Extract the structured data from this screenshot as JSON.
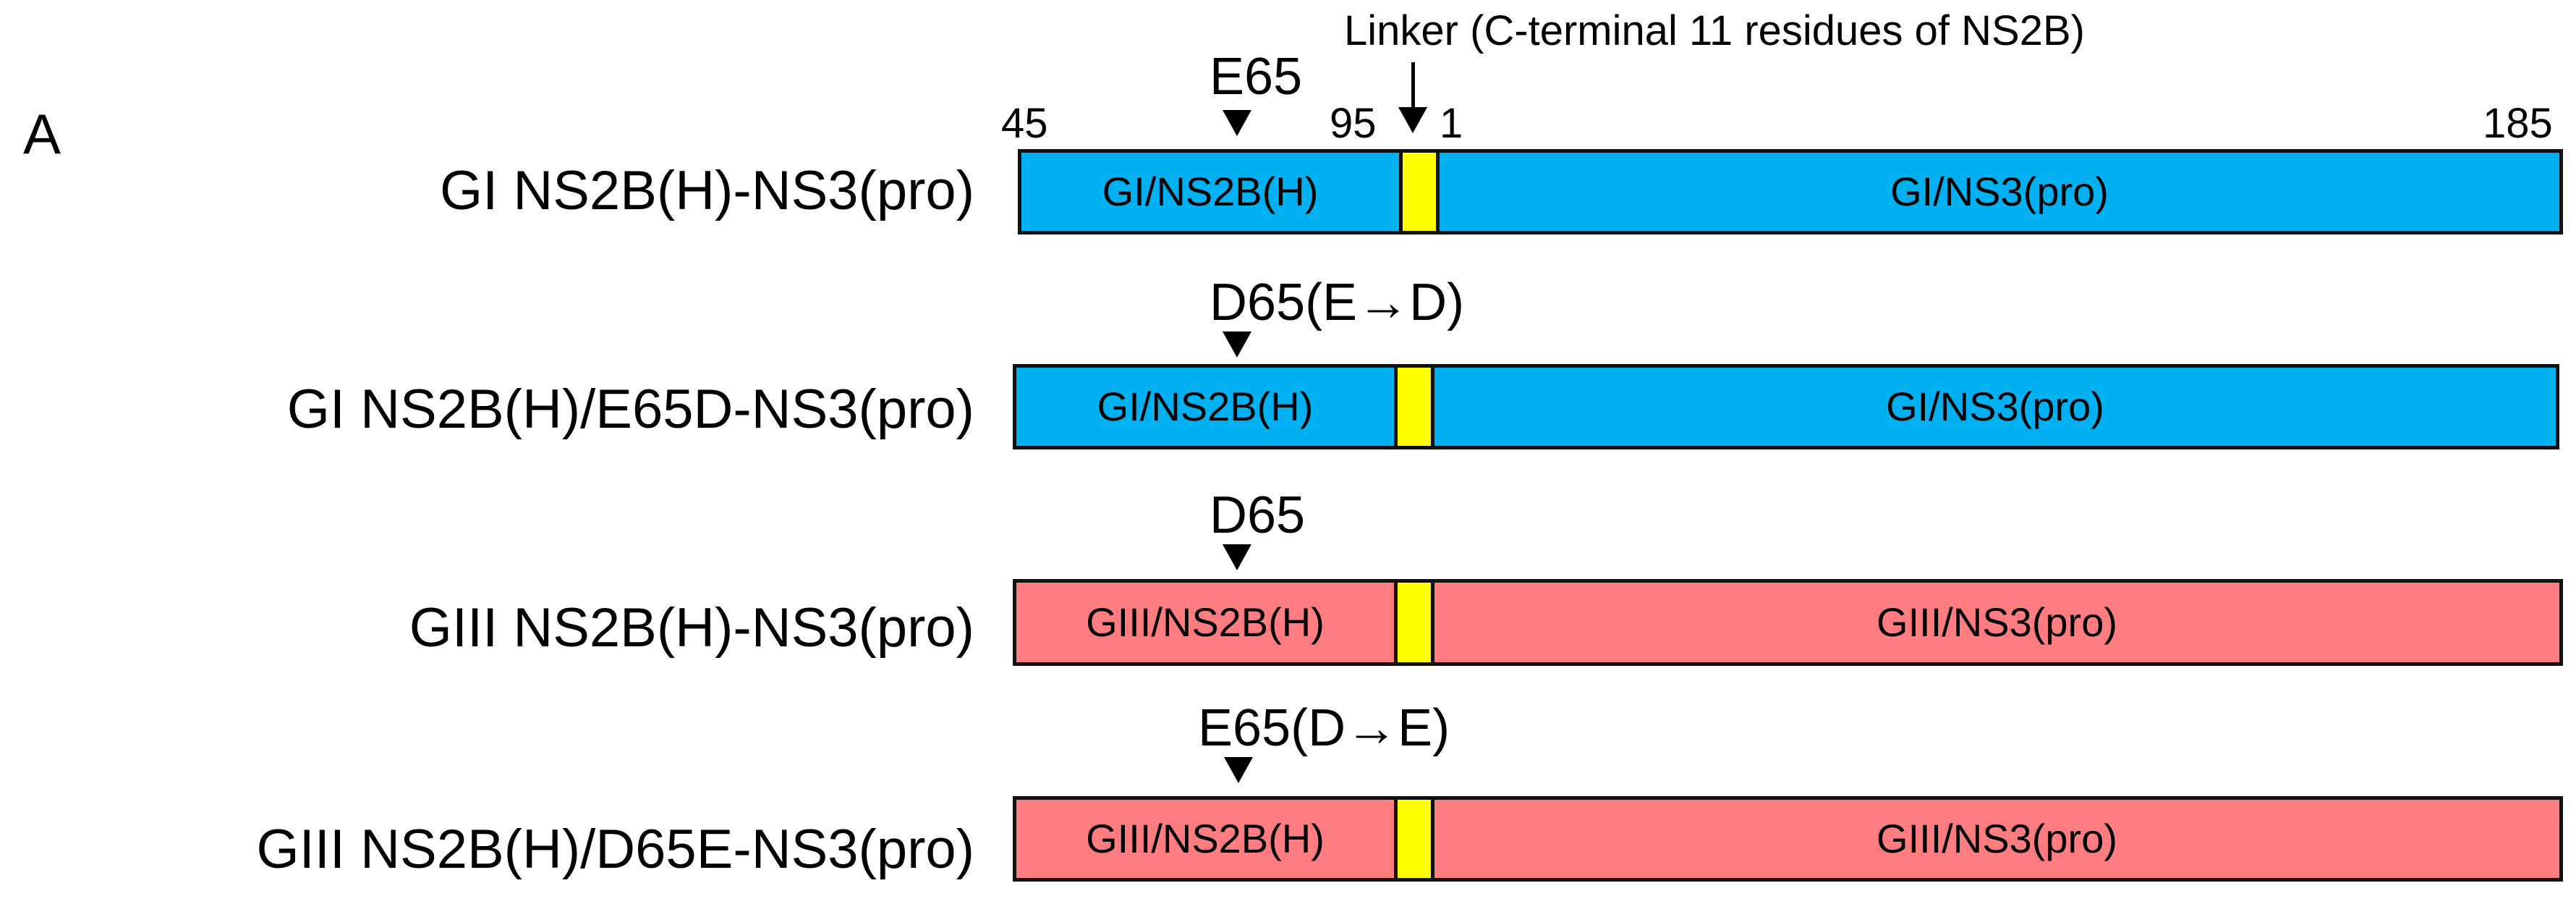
{
  "panel_label": "A",
  "linker_label": "Linker (C-terminal 11 residues of NS2B)",
  "positions": {
    "ns2b_start": "45",
    "ns2b_end": "95",
    "ns3_start": "1",
    "ns3_end": "185"
  },
  "constructs": [
    {
      "name": "GI NS2B(H)-NS3(pro)",
      "marker": "E65",
      "ns2b": "GI/NS2B(H)",
      "ns3": "GI/NS3(pro)",
      "color": "#00b0f0"
    },
    {
      "name": "GI NS2B(H)/E65D-NS3(pro)",
      "marker": "D65(E→D)",
      "ns2b": "GI/NS2B(H)",
      "ns3": "GI/NS3(pro)",
      "color": "#00b0f0"
    },
    {
      "name": "GIII NS2B(H)-NS3(pro)",
      "marker": "D65",
      "ns2b": "GIII/NS2B(H)",
      "ns3": "GIII/NS3(pro)",
      "color": "#ff7c80"
    },
    {
      "name": "GIII NS2B(H)/D65E-NS3(pro)",
      "marker": "E65(D→E)",
      "ns2b": "GIII/NS2B(H)",
      "ns3": "GIII/NS3(pro)",
      "color": "#ff7c80"
    }
  ],
  "linker_color": "#ffff00"
}
